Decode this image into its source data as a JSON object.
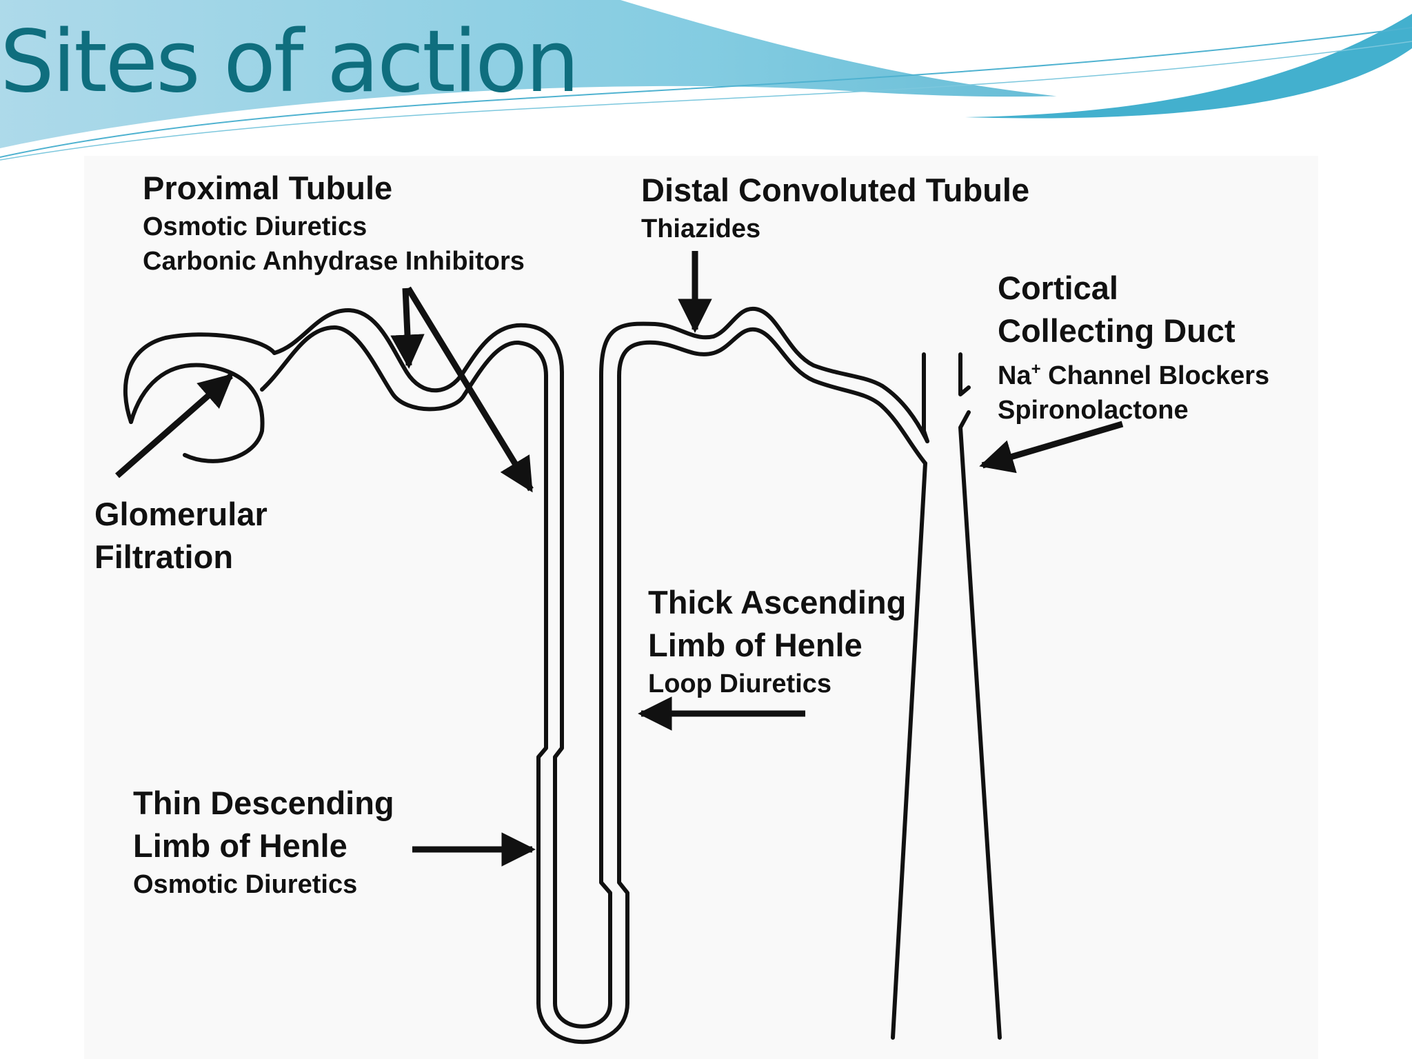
{
  "slide": {
    "title": "Sites of action",
    "title_color": "#0f6e7e",
    "banner_colors": [
      "#a9d8ea",
      "#5bbcd8",
      "#2a9fc2"
    ]
  },
  "diagram": {
    "stroke_color": "#111111",
    "labels": {
      "proximal_tubule": {
        "heading": "Proximal Tubule",
        "drugs": [
          "Osmotic Diuretics",
          "Carbonic Anhydrase Inhibitors"
        ]
      },
      "distal_convoluted_tubule": {
        "heading": "Distal Convoluted Tubule",
        "drugs": [
          "Thiazides"
        ]
      },
      "cortical_collecting_duct": {
        "heading": [
          "Cortical",
          "Collecting Duct"
        ],
        "drug_na_prefix": "Na",
        "drug_na_sup": "+",
        "drug_na_rest": " Channel Blockers",
        "drug_2": "Spironolactone"
      },
      "glomerular_filtration": {
        "heading": [
          "Glomerular",
          "Filtration"
        ]
      },
      "thick_ascending_limb": {
        "heading": [
          "Thick Ascending",
          "Limb of Henle"
        ],
        "drugs": [
          "Loop Diuretics"
        ]
      },
      "thin_descending_limb": {
        "heading": [
          "Thin Descending",
          "Limb of Henle"
        ],
        "drugs": [
          "Osmotic Diuretics"
        ]
      }
    }
  }
}
